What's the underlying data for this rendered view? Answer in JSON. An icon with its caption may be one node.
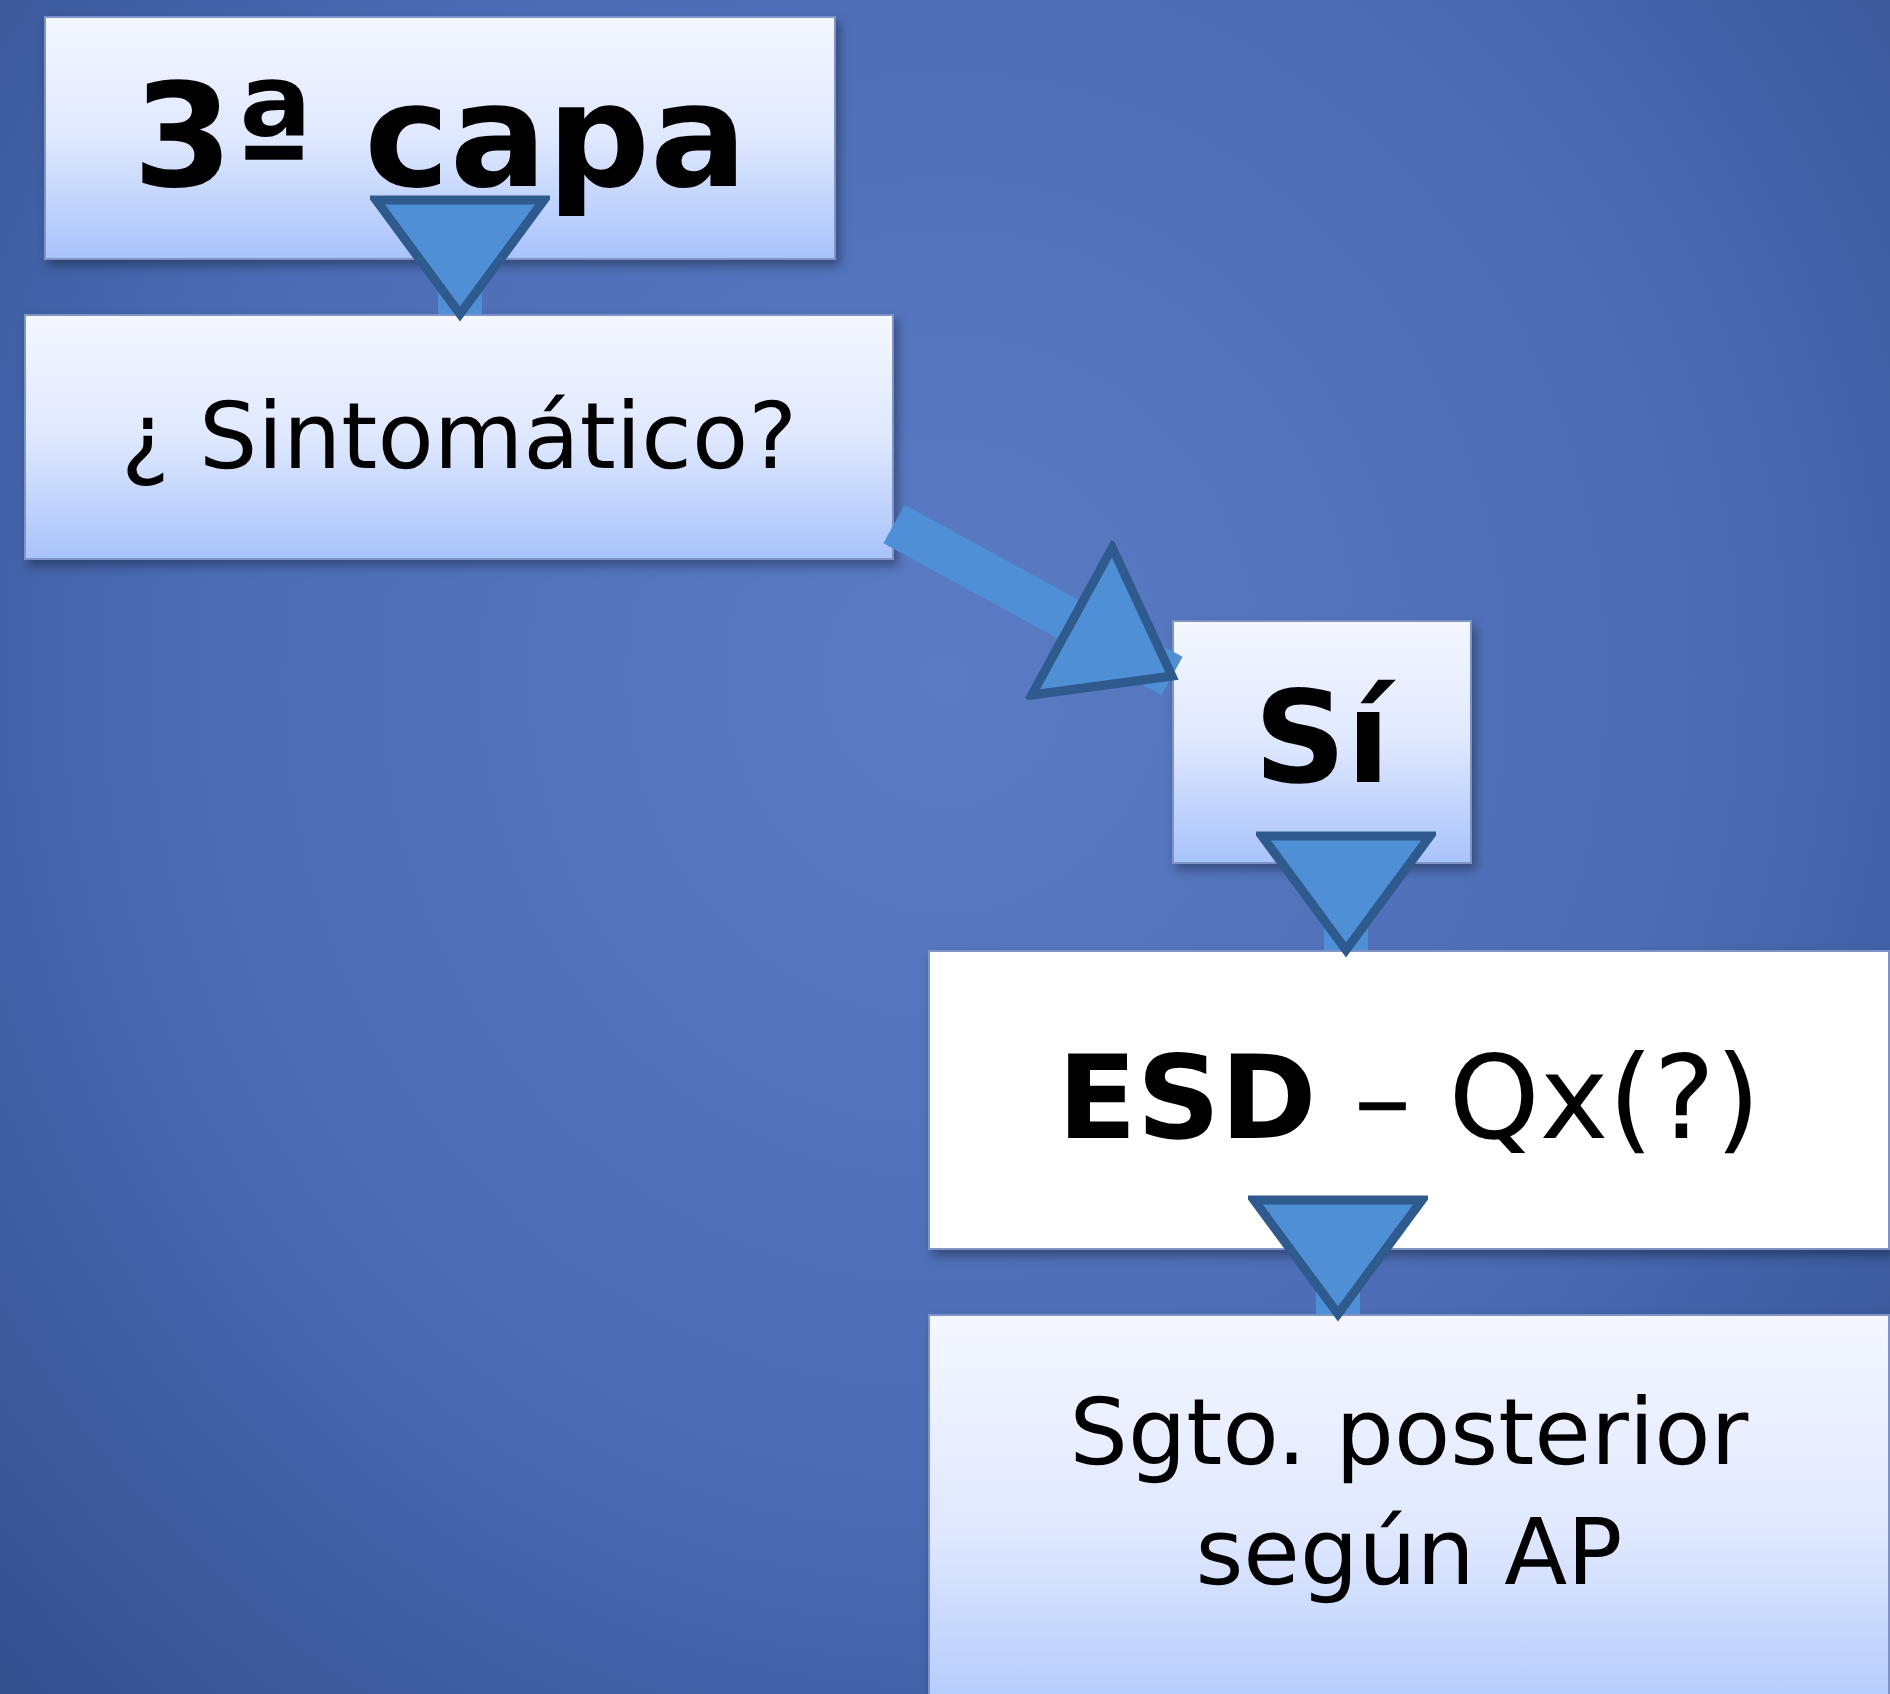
{
  "diagram": {
    "nodes": [
      {
        "text": [
          "3ª capa"
        ]
      },
      {
        "text": [
          "¿ Sintomático?"
        ]
      },
      {
        "text": [
          "Sí"
        ]
      },
      {
        "text": [
          "**ESD** – Qx(?)"
        ]
      },
      {
        "text": [
          "Sgto. posterior según AP"
        ]
      }
    ],
    "edges": [
      {
        "from": 0,
        "to": 1,
        "arrow": "to"
      },
      {
        "from": 1,
        "to": 2,
        "arrow": "to"
      },
      {
        "from": 2,
        "to": 3,
        "arrow": "to"
      },
      {
        "from": 3,
        "to": 4,
        "arrow": "to"
      }
    ]
  }
}
